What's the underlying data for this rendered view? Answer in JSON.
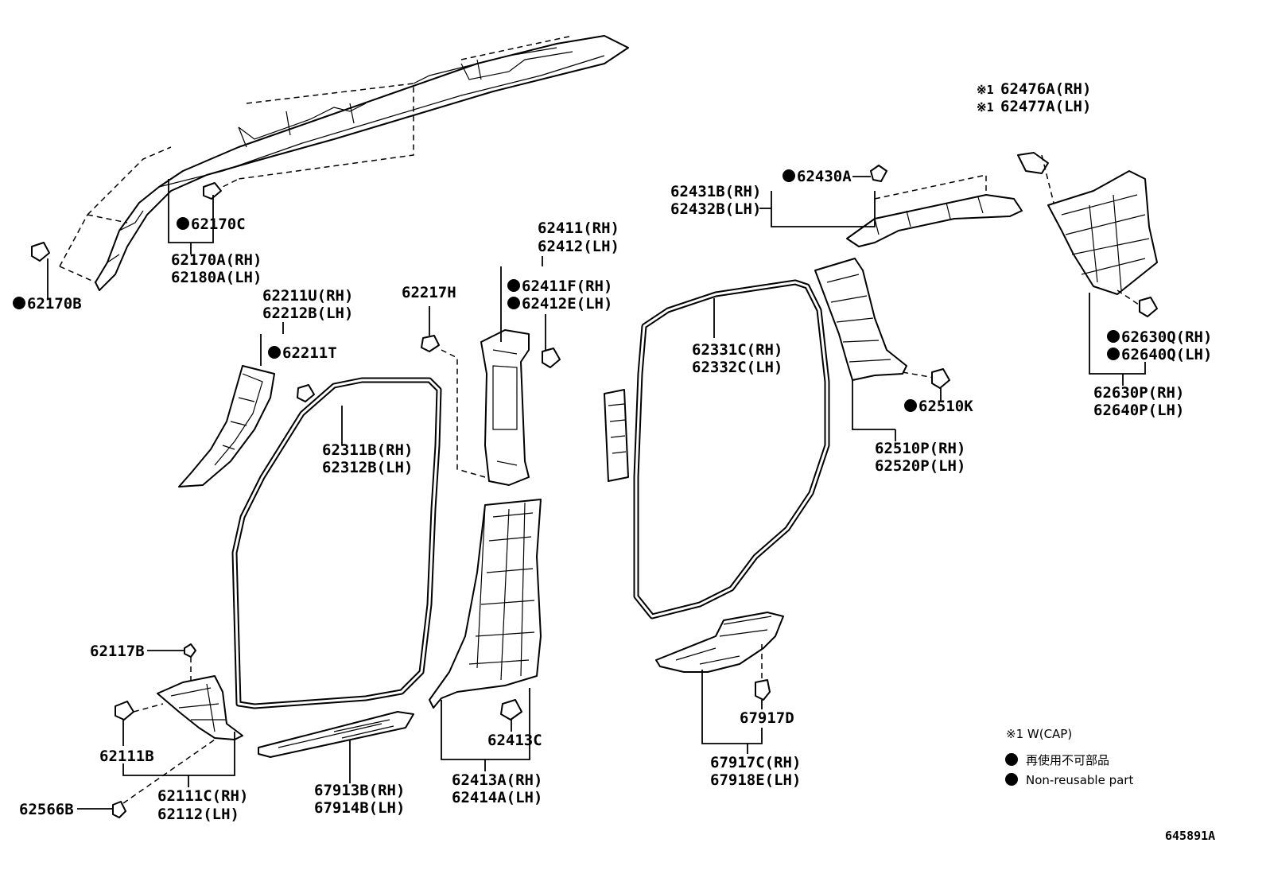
{
  "labels": {
    "p62170B": "62170B",
    "p62170C": "62170C",
    "p62170A": "62170A(RH)",
    "p62180A": "62180A(LH)",
    "p62211U": "62211U(RH)",
    "p62212B": "62212B(LH)",
    "p62211T": "62211T",
    "p62217H": "62217H",
    "p62411": "62411(RH)",
    "p62412": "62412(LH)",
    "p62411F": "62411F(RH)",
    "p62412E": "62412E(LH)",
    "p62311B": "62311B(RH)",
    "p62312B": "62312B(LH)",
    "p62331C": "62331C(RH)",
    "p62332C": "62332C(LH)",
    "p62430A": "62430A",
    "p62431B": "62431B(RH)",
    "p62432B": "62432B(LH)",
    "p62476A": "62476A(RH)",
    "p62477A": "62477A(LH)",
    "p62630Q": "62630Q(RH)",
    "p62640Q": "62640Q(LH)",
    "p62630P": "62630P(RH)",
    "p62640P": "62640P(LH)",
    "p62510K": "62510K",
    "p62510P": "62510P(RH)",
    "p62520P": "62520P(LH)",
    "p62117B": "62117B",
    "p62111B": "62111B",
    "p62111C": "62111C(RH)",
    "p62112": "62112(LH)",
    "p62566B": "62566B",
    "p67913B": "67913B(RH)",
    "p67914B": "67914B(LH)",
    "p62413C": "62413C",
    "p62413A": "62413A(RH)",
    "p62414A": "62414A(LH)",
    "p67917D": "67917D",
    "p67917C": "67917C(RH)",
    "p67918E": "67918E(LH)"
  },
  "ref_mark": "※1",
  "legend": {
    "note": "※1 W(CAP)",
    "jp": "再使用不可部品",
    "en": "Non-reusable part"
  },
  "diagram_id": "645891A"
}
